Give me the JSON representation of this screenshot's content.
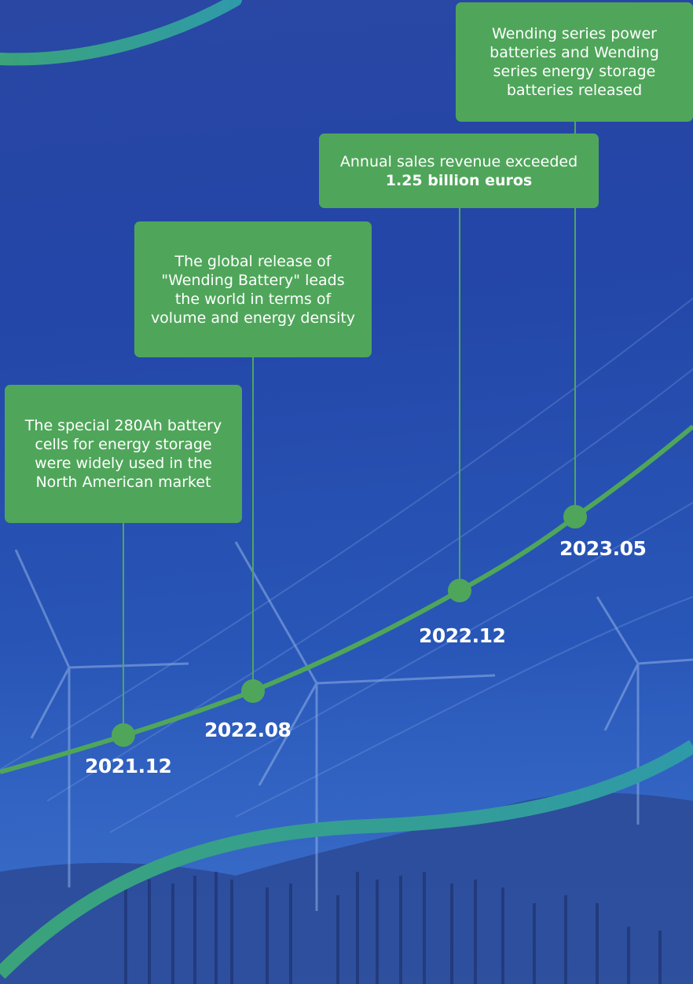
{
  "milestones": [
    {
      "date": "2021.12",
      "text": "The special 280Ah battery cells for energy storage were widely used in the North American market"
    },
    {
      "date": "2022.08",
      "text": "The global release of \"Wending Battery\" leads the world in terms of volume and energy density"
    },
    {
      "date": "2022.12",
      "text_prefix": "Annual sales revenue exceeded ",
      "text_bold": "1.25 billion euros"
    },
    {
      "date": "2023.05",
      "text": "Wending series power batteries and Wending series energy storage batteries released"
    }
  ],
  "colors": {
    "background": "#2346a8",
    "accent_green": "#4fa65a",
    "teal_curve": "#3a9e8c",
    "text": "#ffffff"
  }
}
